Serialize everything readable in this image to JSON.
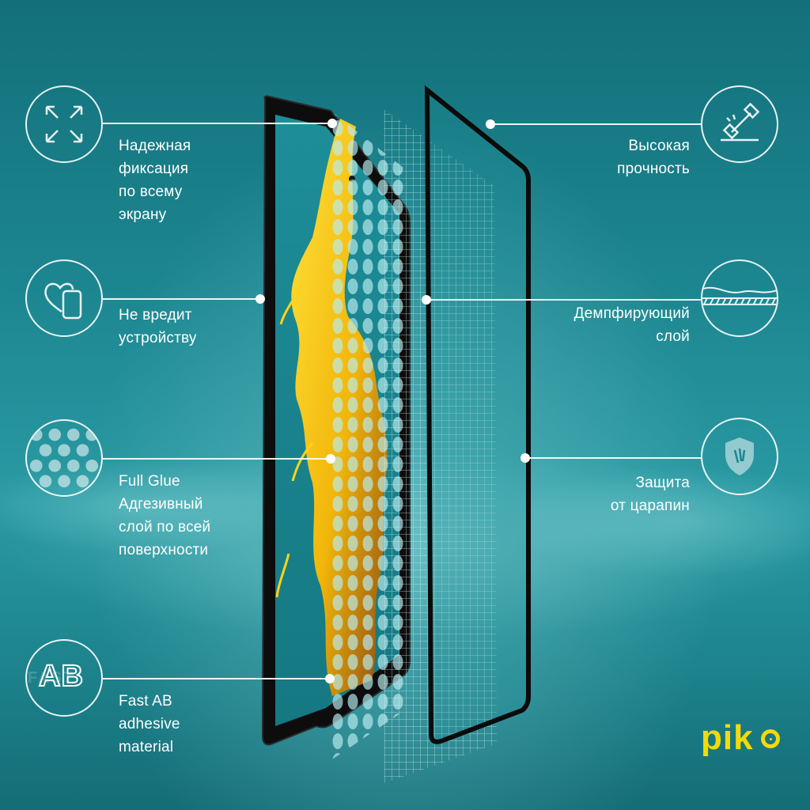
{
  "colors": {
    "background_top": "#13707a",
    "background_mid": "#2a9aa3",
    "accent_yellow": "#f5d90a",
    "line_white": "#ffffff",
    "phone_frame": "#111111"
  },
  "features_left": [
    {
      "label": "Надежная\nфиксация\nпо всему\nэкрану",
      "icon": "expand-arrows-icon"
    },
    {
      "label": "Не вредит\nустройству",
      "icon": "heart-phone-icon"
    },
    {
      "label": "Full Glue\nАдгезивный\nслой по всей\nповерхности",
      "icon": "dot-pattern-icon"
    },
    {
      "label": "Fast AB\nadhesive\nmaterial",
      "icon": "fast-ab-icon",
      "icon_text": "AB",
      "icon_watermark": "FAST"
    }
  ],
  "features_right": [
    {
      "label": "Высокая\nпрочность",
      "icon": "hammer-impact-icon"
    },
    {
      "label": "Демпфирующий\nслой",
      "icon": "damping-layer-icon"
    },
    {
      "label": "Защита\nот царапин",
      "icon": "shield-scratch-icon"
    }
  ],
  "brand": {
    "name": "pik"
  }
}
